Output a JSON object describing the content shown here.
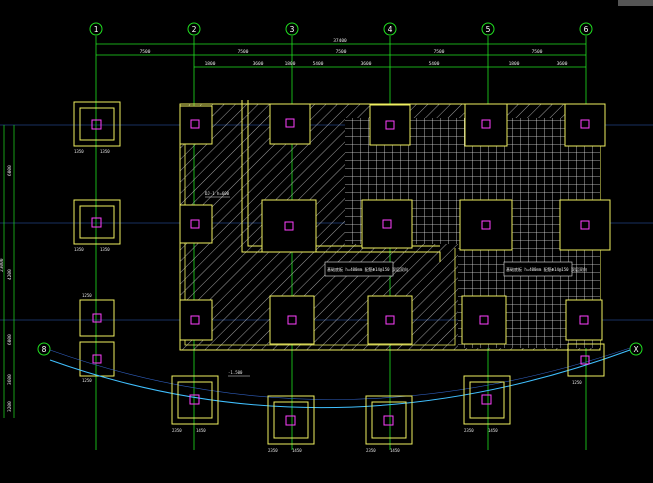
{
  "drawing": {
    "background": "#000000",
    "colors": {
      "axis": "#20e020",
      "footing": "#f0f060",
      "column": "#ff40ff",
      "hatch": "#c8c8c8",
      "mesh": "#e0e0e0",
      "text": "#e8e8e8",
      "curve": "#40c0ff",
      "bubble": "#ffffff"
    },
    "axes": [
      "1",
      "2",
      "3",
      "4",
      "5",
      "6"
    ],
    "curve_axes": [
      "8",
      "X"
    ],
    "dim_total": "37400",
    "dim_top": [
      "7500",
      "7500",
      "7500",
      "7500",
      "7500"
    ],
    "dim_second": [
      "1800",
      "3600",
      "1800",
      "5400",
      "3600",
      "5400",
      "1800",
      "3600"
    ],
    "dim_left": [
      "6000",
      "4200",
      "6000",
      "3600",
      "3200"
    ],
    "dim_left_total": "23000",
    "footing_dims": [
      "1350",
      "1350",
      "1250",
      "1250",
      "2350",
      "1450"
    ],
    "labels": {
      "slab_note_1": "基础底板 h=400mm  配筋Φ14@150 双层双向",
      "slab_note_2": "基础底板 h=400mm  配筋Φ14@150 双层双向",
      "footing_note": "DJ-1  h=600",
      "elev_note": "-1.500"
    }
  }
}
